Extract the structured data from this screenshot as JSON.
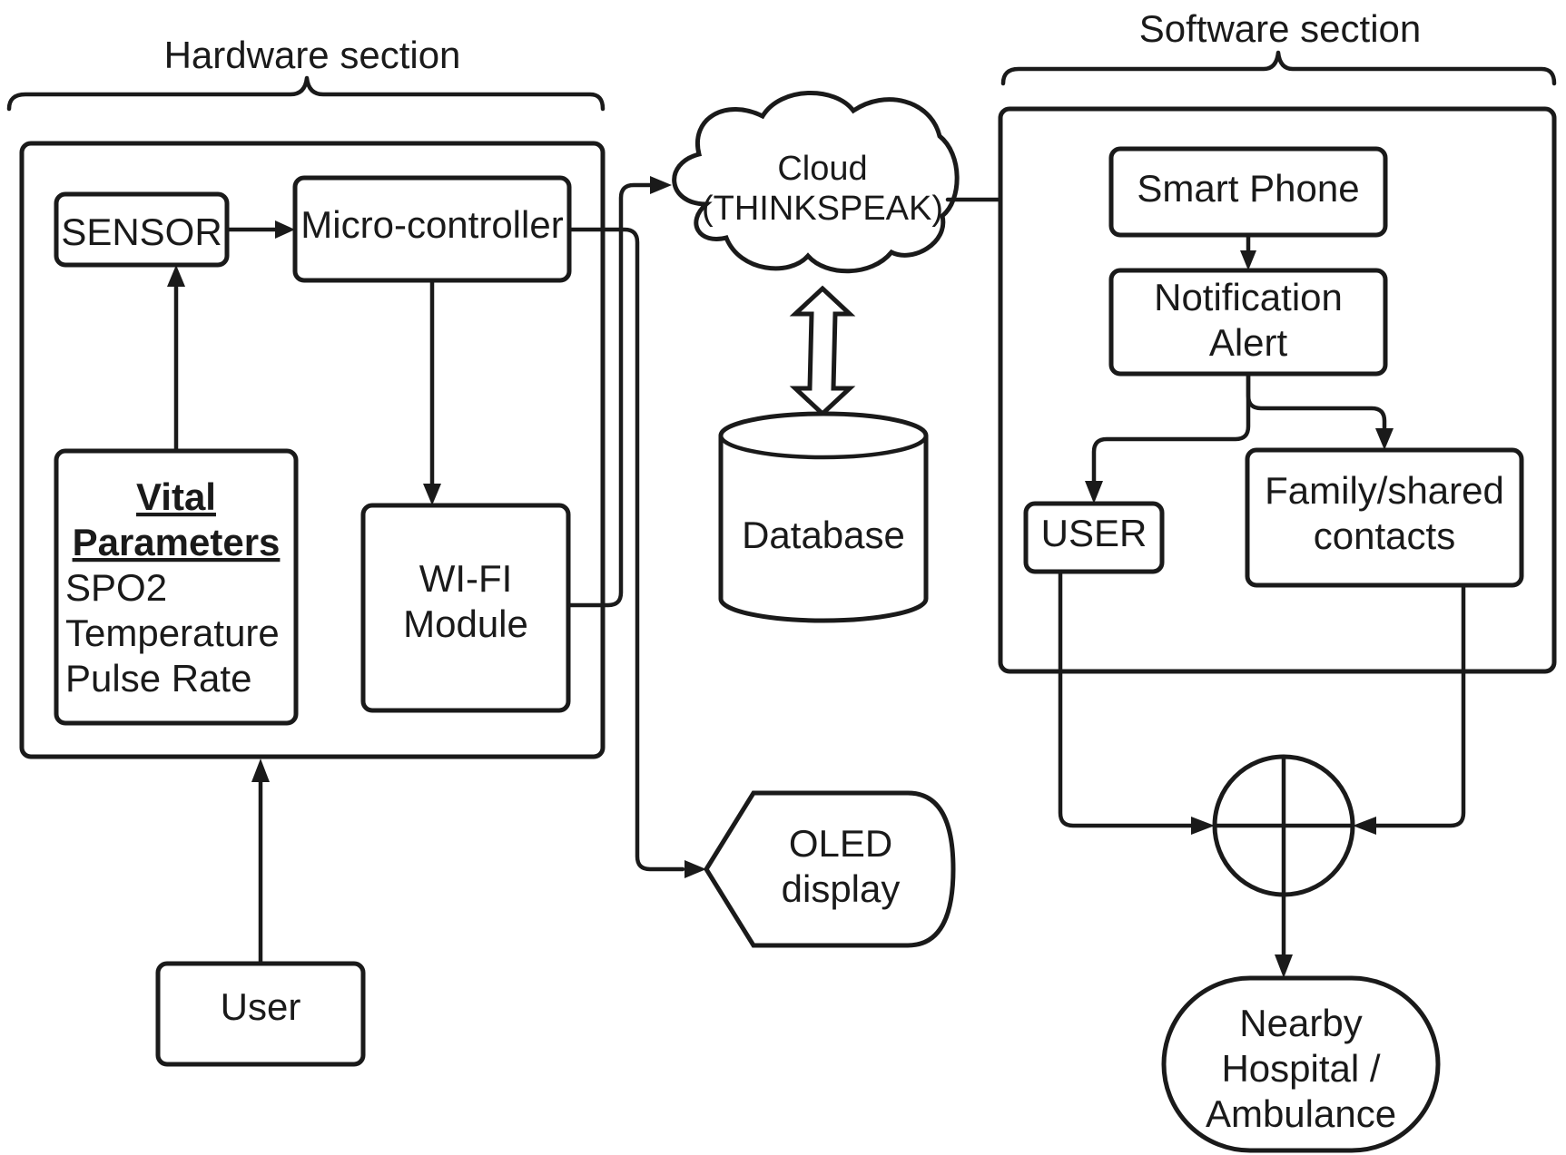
{
  "sections": {
    "hardware_title": "Hardware section",
    "software_title": "Software section"
  },
  "hardware": {
    "sensor": "SENSOR",
    "microcontroller": "Micro-controller",
    "vital_title_1": "Vital",
    "vital_title_2": "Parameters",
    "vital_items": [
      "SPO2",
      "Temperature",
      "Pulse Rate"
    ],
    "wifi_1": "WI-FI",
    "wifi_2": "Module"
  },
  "user_box": "User",
  "cloud": {
    "line1": "Cloud",
    "line2": "(THINKSPEAK)"
  },
  "database": "Database",
  "oled": {
    "line1": "OLED",
    "line2": "display"
  },
  "software": {
    "smartphone": "Smart Phone",
    "notification_1": "Notification",
    "notification_2": "Alert",
    "user": "USER",
    "family_1": "Family/shared",
    "family_2": "contacts"
  },
  "hospital": {
    "line1": "Nearby",
    "line2": "Hospital /",
    "line3": "Ambulance"
  },
  "colors": {
    "stroke": "#1a1a1a",
    "background": "#ffffff"
  }
}
